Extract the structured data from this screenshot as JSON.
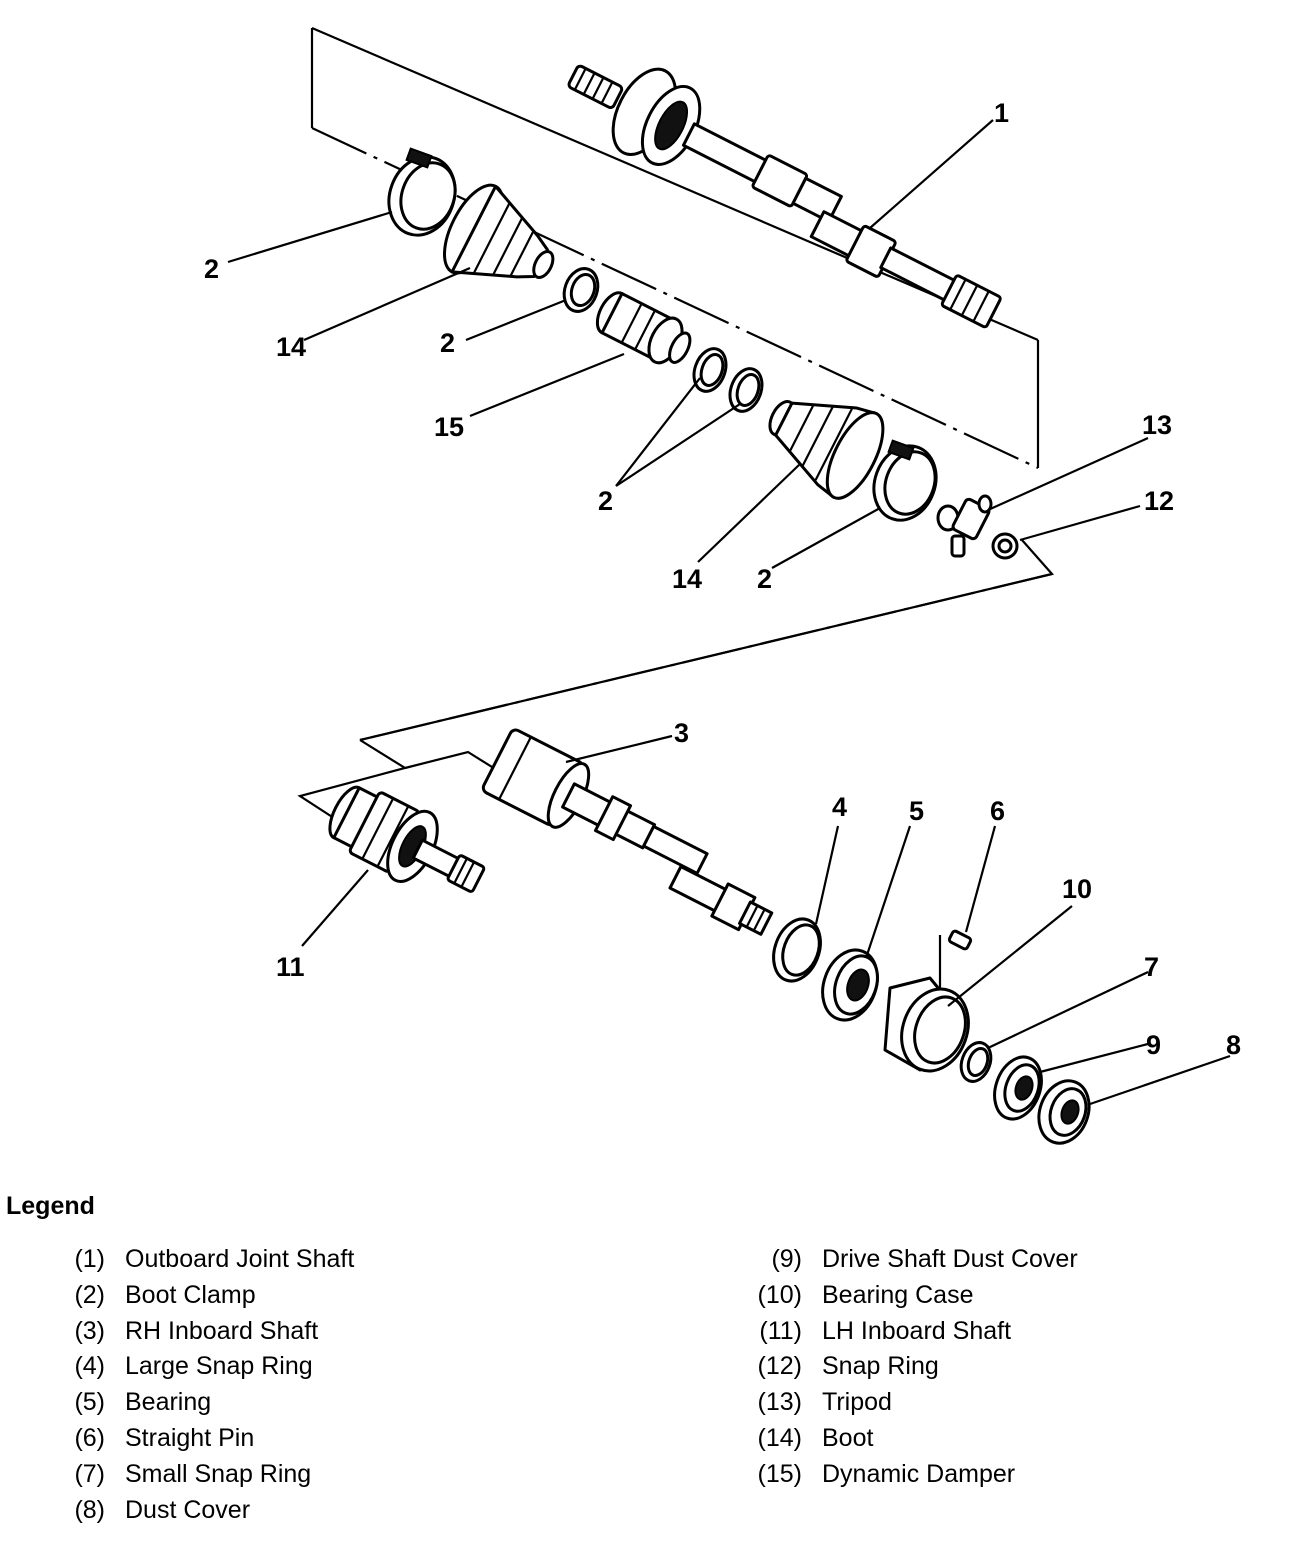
{
  "callouts": {
    "c1": "1",
    "c2a": "2",
    "c2b": "2",
    "c2c": "2",
    "c2d": "2",
    "c14a": "14",
    "c14b": "14",
    "c15": "15",
    "c13": "13",
    "c12": "12",
    "c3": "3",
    "c4": "4",
    "c5": "5",
    "c6": "6",
    "c10": "10",
    "c7": "7",
    "c9": "9",
    "c8": "8",
    "c11": "11"
  },
  "legend": {
    "title": "Legend",
    "left": [
      {
        "num": "(1)",
        "label": "Outboard Joint Shaft"
      },
      {
        "num": "(2)",
        "label": "Boot Clamp"
      },
      {
        "num": "(3)",
        "label": "RH Inboard Shaft"
      },
      {
        "num": "(4)",
        "label": "Large Snap Ring"
      },
      {
        "num": "(5)",
        "label": "Bearing"
      },
      {
        "num": "(6)",
        "label": "Straight Pin"
      },
      {
        "num": "(7)",
        "label": "Small Snap Ring"
      },
      {
        "num": "(8)",
        "label": "Dust Cover"
      }
    ],
    "right": [
      {
        "num": "(9)",
        "label": "Drive Shaft Dust Cover"
      },
      {
        "num": "(10)",
        "label": "Bearing Case"
      },
      {
        "num": "(11)",
        "label": "LH Inboard Shaft"
      },
      {
        "num": "(12)",
        "label": "Snap Ring"
      },
      {
        "num": "(13)",
        "label": "Tripod"
      },
      {
        "num": "(14)",
        "label": "Boot"
      },
      {
        "num": "(15)",
        "label": "Dynamic Damper"
      }
    ]
  }
}
